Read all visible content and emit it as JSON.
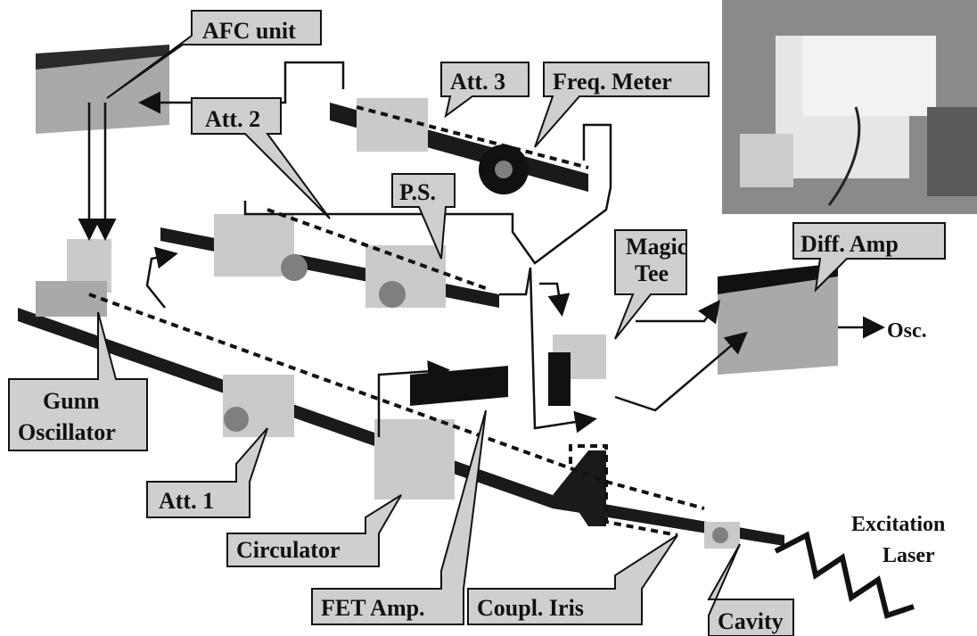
{
  "labels": {
    "afc_unit": "AFC unit",
    "att3": "Att. 3",
    "freq_meter": "Freq. Meter",
    "att2": "Att. 2",
    "ps": "P.S.",
    "magic_tee_line1": "Magic",
    "magic_tee_line2": "Tee",
    "diff_amp": "Diff. Amp",
    "osc": "Osc.",
    "gunn_line1": "Gunn",
    "gunn_line2": "Oscillator",
    "att1": "Att. 1",
    "circulator": "Circulator",
    "fet_amp": "FET Amp.",
    "coupl_iris": "Coupl. Iris",
    "cavity": "Cavity",
    "excitation_line1": "Excitation",
    "excitation_line2": "Laser"
  },
  "colors": {
    "background": "#ffffff",
    "label_fill": "#cfcfcf",
    "waveguide": "#1a1a1a"
  }
}
